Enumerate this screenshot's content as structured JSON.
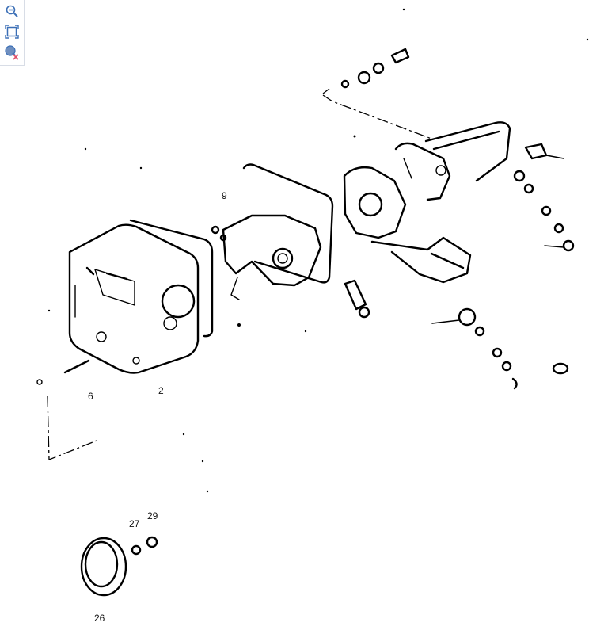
{
  "toolbar": {
    "zoom_out": {
      "icon": "zoom-out-icon"
    },
    "fit": {
      "icon": "fit-to-screen-icon"
    },
    "reset": {
      "icon": "reset-zoom-icon"
    }
  },
  "colors": {
    "toolbar_icon": "#3b6fb6",
    "reset_x": "#e0506a",
    "ink": "#000000"
  },
  "callouts": {
    "c2": "2",
    "c6": "6",
    "c9": "9",
    "c26": "26",
    "c27": "27",
    "c29": "29"
  }
}
